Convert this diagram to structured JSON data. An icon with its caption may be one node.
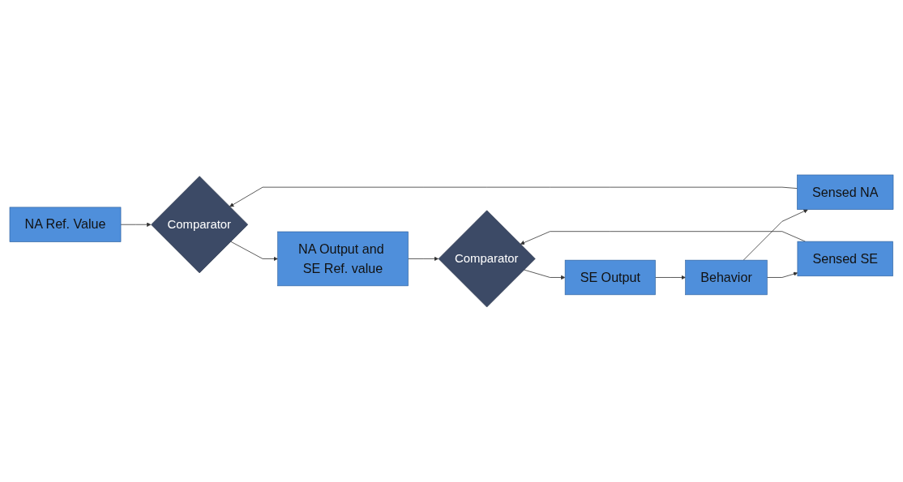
{
  "diagram": {
    "nodes": [
      {
        "text": [
          "NA Ref. Value"
        ]
      },
      {
        "text": [
          "Comparator"
        ]
      },
      {
        "text": [
          "NA Output and SE Ref. value"
        ]
      },
      {
        "text": [
          "Comparator"
        ]
      },
      {
        "text": [
          "Sensed NA"
        ]
      },
      {
        "text": [
          "Sensed SE"
        ]
      },
      {
        "text": [
          "SE Output"
        ]
      },
      {
        "text": [
          "Behavior"
        ]
      }
    ],
    "edges": [
      {
        "from": 0,
        "to": 1,
        "arrow": "to"
      },
      {
        "from": 1,
        "to": 2,
        "arrow": "to"
      },
      {
        "from": 2,
        "to": 3,
        "arrow": "to"
      },
      {
        "from": 4,
        "to": 1,
        "arrow": "to"
      },
      {
        "from": 5,
        "to": 3,
        "arrow": "to"
      },
      {
        "from": 3,
        "to": 6,
        "arrow": "to"
      },
      {
        "from": 6,
        "to": 7,
        "arrow": "to"
      },
      {
        "from": 7,
        "to": 4,
        "arrow": "to"
      },
      {
        "from": 7,
        "to": 5,
        "arrow": "to"
      }
    ]
  }
}
